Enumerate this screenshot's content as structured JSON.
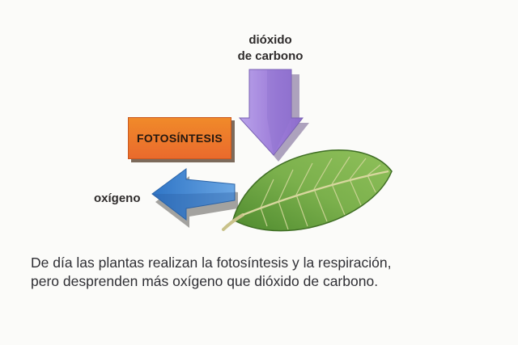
{
  "diagram": {
    "co2_label_line1": "dióxido",
    "co2_label_line2": "de carbono",
    "process_label": "FOTOSÍNTESIS",
    "oxygen_label": "oxígeno",
    "colors": {
      "co2_arrow": "#a98be0",
      "oxygen_arrow": "#3f86d4",
      "process_box": "#ee7a2b",
      "leaf": "#6ea443"
    }
  },
  "caption": {
    "line1": "De día las plantas realizan la fotosíntesis y la respiración,",
    "line2": "pero desprenden más oxígeno que dióxido de carbono."
  }
}
